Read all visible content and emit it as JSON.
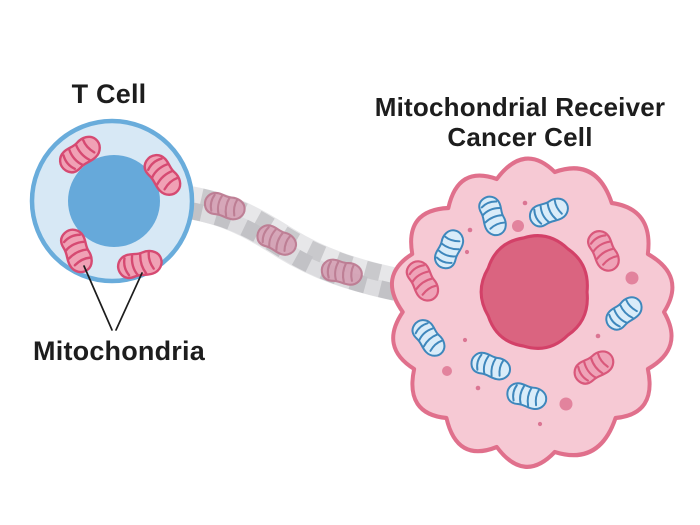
{
  "figure": {
    "background": "#ffffff",
    "text_color": "#1d1d1d",
    "t_cell": {
      "label": "T Cell",
      "mitochondria_count": 4,
      "colors": {
        "cytoplasm": "#d7e8f5",
        "membrane": "#69acdb",
        "nucleus": "#66a9da",
        "mitochondrion_fill": "#f0a1b5",
        "mitochondrion_outline": "#d64a72"
      }
    },
    "nanotube": {
      "mitochondria_count": 3,
      "colors": {
        "band_light": "#e7e7e9",
        "band_dark_top": "#c9c9cc",
        "band_dark_bottom": "#c2c2c6",
        "band_base_bottom": "#dcdcdf",
        "mitochondrion_fill": "#d6a4b7",
        "mitochondrion_outline": "#bd7b92"
      }
    },
    "cancer_cell": {
      "label_line1": "Mitochondrial Receiver",
      "label_line2": "Cancer Cell",
      "blue_mitochondria_count": 7,
      "pink_mitochondria_count": 3,
      "granule_count": 4,
      "colors": {
        "cytoplasm": "#f6c9d4",
        "membrane": "#e0708c",
        "nucleus_fill": "#da6480",
        "nucleus_outline": "#d34168",
        "mitochondrion_blue_fill": "#d9ecf9",
        "mitochondrion_blue_outline": "#3e87bc",
        "mitochondrion_pink_fill": "#efa3b8",
        "mitochondrion_pink_outline": "#d9587b",
        "granule": "#e2839d"
      }
    },
    "annotation": {
      "label": "Mitochondria",
      "pointer_color": "#1d1d1d"
    }
  }
}
